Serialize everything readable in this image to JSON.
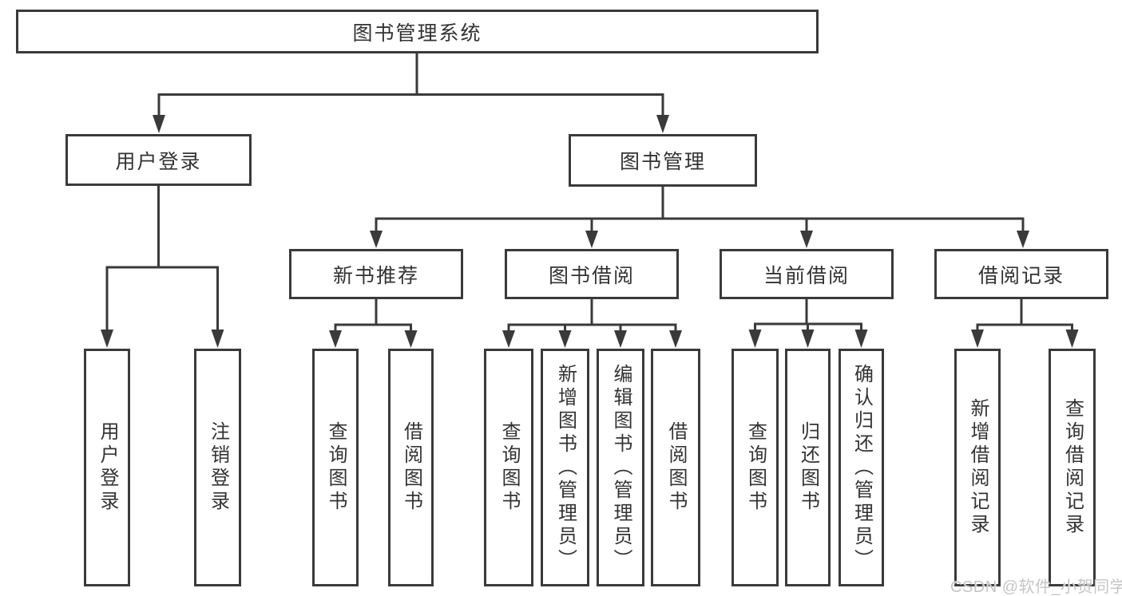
{
  "diagram": {
    "root": {
      "label": "图书管理系统"
    },
    "level2": [
      {
        "label": "用户登录"
      },
      {
        "label": "图书管理"
      }
    ],
    "level3": [
      {
        "label": "新书推荐"
      },
      {
        "label": "图书借阅"
      },
      {
        "label": "当前借阅"
      },
      {
        "label": "借阅记录"
      }
    ],
    "leaves": {
      "user_login": [
        "用户登录",
        "注销登录"
      ],
      "new_book_recommend": [
        "查询图书",
        "借阅图书"
      ],
      "book_borrow": [
        "查询图书",
        "新增图书（管理员）",
        "编辑图书（管理员）",
        "借阅图书"
      ],
      "current_borrow": [
        "查询图书",
        "归还图书",
        "确认归还（管理员）"
      ],
      "borrow_records": [
        "新增借阅记录",
        "查询借阅记录"
      ]
    },
    "watermark": "CSDN @软件_小贺同学",
    "colors": {
      "line": "#3a3a3a",
      "text": "#333333",
      "background": "#ffffff",
      "watermark": "#c5c5c5"
    }
  }
}
